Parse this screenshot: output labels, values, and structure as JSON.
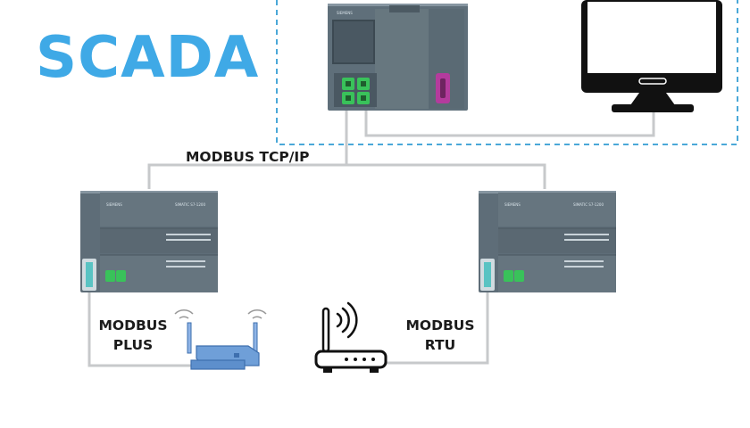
{
  "title": "SCADA",
  "links": {
    "tcp": "MODBUS TCP/IP",
    "plus_line1": "MODBUS",
    "plus_line2": "PLUS",
    "rtu_line1": "MODBUS",
    "rtu_line2": "RTU"
  },
  "devices": {
    "main_plc_brand": "SIEMENS",
    "left_plc_brand": "SIEMENS",
    "left_plc_model": "SIMATIC S7-1200",
    "right_plc_brand": "SIEMENS",
    "right_plc_model": "SIMATIC S7-1200"
  },
  "colors": {
    "title": "#3fa9e6",
    "dashed_border": "#4aa8d8",
    "wire": "#c7c9cb",
    "plc_body": "#5e6d78",
    "port_green": "#39c25a",
    "port_magenta": "#b43b9d",
    "monitor": "#111111",
    "modem": "#6f9fd8"
  }
}
